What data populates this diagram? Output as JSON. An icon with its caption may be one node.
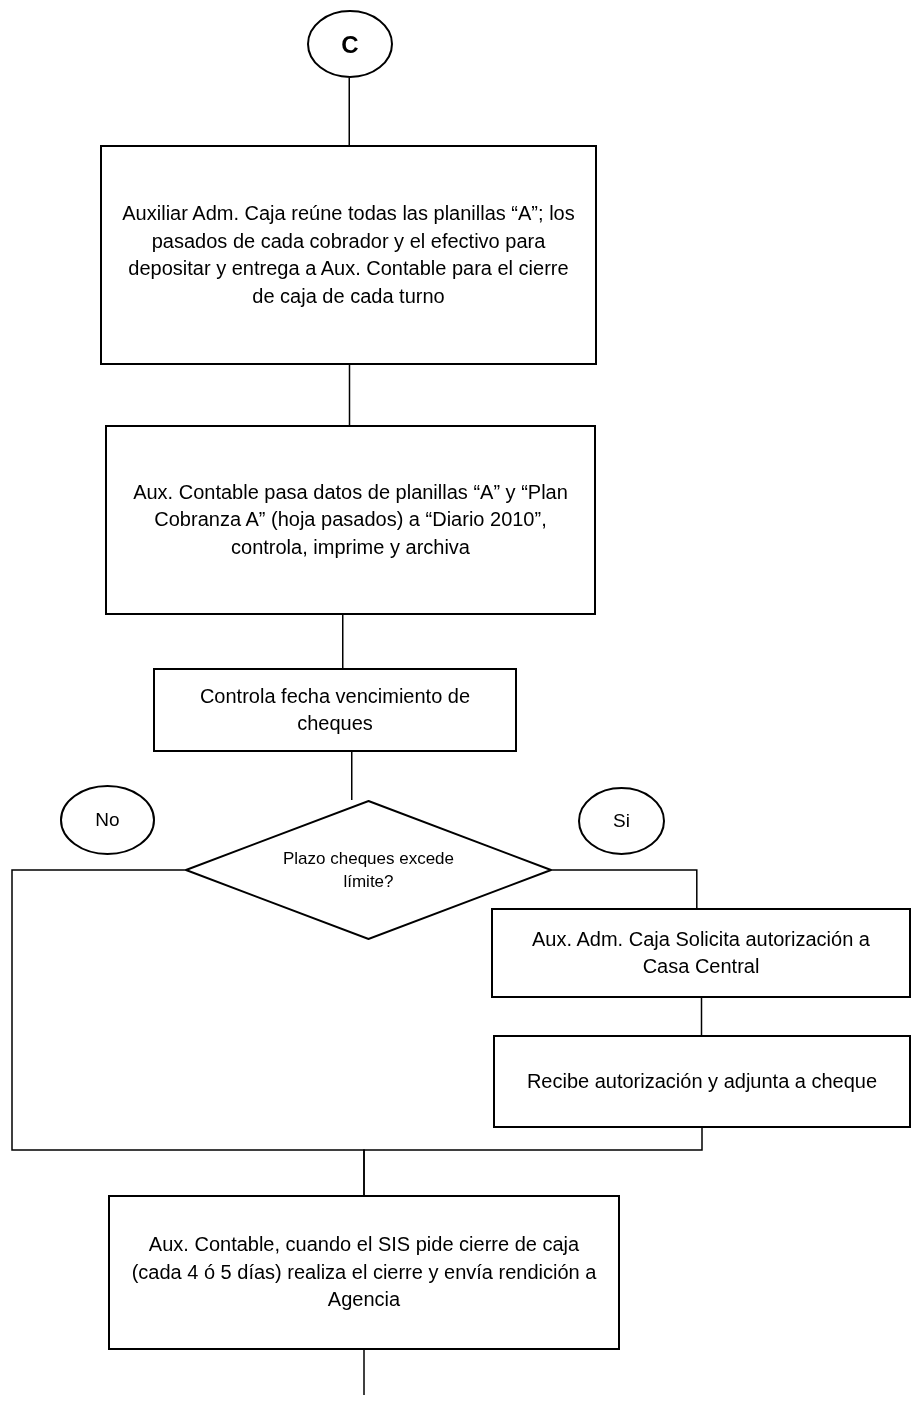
{
  "diagram": {
    "nodes": [
      {
        "text": [
          "C"
        ]
      },
      {
        "text": [
          "Auxiliar Adm. Caja reúne todas las planillas “A”; los pasados de cada cobrador y el efectivo para depositar y entrega a Aux. Contable para el cierre de caja de cada turno"
        ]
      },
      {
        "text": [
          "Aux. Contable pasa datos de planillas “A” y “Plan Cobranza A” (hoja pasados) a “Diario 2010”, controla, imprime y archiva"
        ]
      },
      {
        "text": [
          "Controla fecha vencimiento de cheques"
        ]
      },
      {
        "text": [
          "Plazo cheques excede límite?"
        ]
      },
      {
        "text": [
          "No"
        ]
      },
      {
        "text": [
          "Si"
        ]
      },
      {
        "text": [
          "Aux. Adm. Caja Solicita autorización a Casa Central"
        ]
      },
      {
        "text": [
          "Recibe autorización y adjunta a cheque"
        ]
      },
      {
        "text": [
          "Aux. Contable, cuando el SIS pide cierre de caja (cada 4 ó 5 días) realiza el cierre y envía rendición a Agencia"
        ]
      }
    ],
    "edges": [
      {
        "from": 0,
        "to": 1,
        "arrow": "none"
      },
      {
        "from": 1,
        "to": 2,
        "arrow": "none"
      },
      {
        "from": 2,
        "to": 3,
        "arrow": "none"
      },
      {
        "from": 3,
        "to": 4,
        "arrow": "none"
      },
      {
        "from": 4,
        "to": 7,
        "arrow": "none"
      },
      {
        "from": 7,
        "to": 8,
        "arrow": "none"
      },
      {
        "from": 4,
        "to": 9,
        "arrow": "none"
      },
      {
        "from": 8,
        "to": 9,
        "arrow": "none"
      },
      {
        "from": 9,
        "to": null,
        "arrow": "none"
      }
    ]
  }
}
